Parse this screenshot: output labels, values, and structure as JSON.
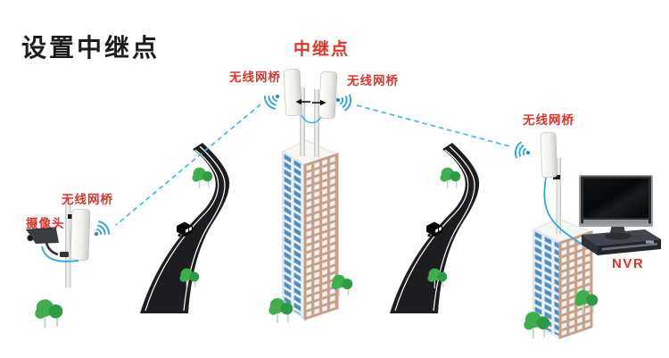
{
  "title": "设置中继点",
  "labels": {
    "relay_point": "中继点",
    "bridge_relay_left": "无线网桥",
    "bridge_relay_right": "无线网桥",
    "bridge_camera": "无线网桥",
    "camera": "摄像头",
    "bridge_nvr": "无线网桥",
    "nvr": "NVR"
  },
  "diagram": {
    "type": "wireless-relay-topology",
    "nodes": [
      "摄像头",
      "无线网桥",
      "中继点",
      "无线网桥",
      "NVR"
    ],
    "links": [
      {
        "from": "摄像头",
        "to": "无线网桥",
        "kind": "cable"
      },
      {
        "from": "无线网桥(摄像头侧)",
        "to": "中继点",
        "kind": "wireless"
      },
      {
        "from": "中继点",
        "to": "无线网桥(NVR侧)",
        "kind": "wireless"
      },
      {
        "from": "无线网桥(NVR侧)",
        "to": "NVR",
        "kind": "cable"
      }
    ]
  },
  "colors": {
    "title": "#1c1c1c",
    "label_red": "#e23329",
    "wireless_link_blue": "#45b8e8",
    "cable_blue": "#2aa9e0",
    "wifi_blue": "#2ba4da",
    "road": "#1d1d1f",
    "tree_green": "#3fae4e",
    "building_window_blue": "#4e8fc0",
    "building_frame_tan": "#c5a18d"
  }
}
